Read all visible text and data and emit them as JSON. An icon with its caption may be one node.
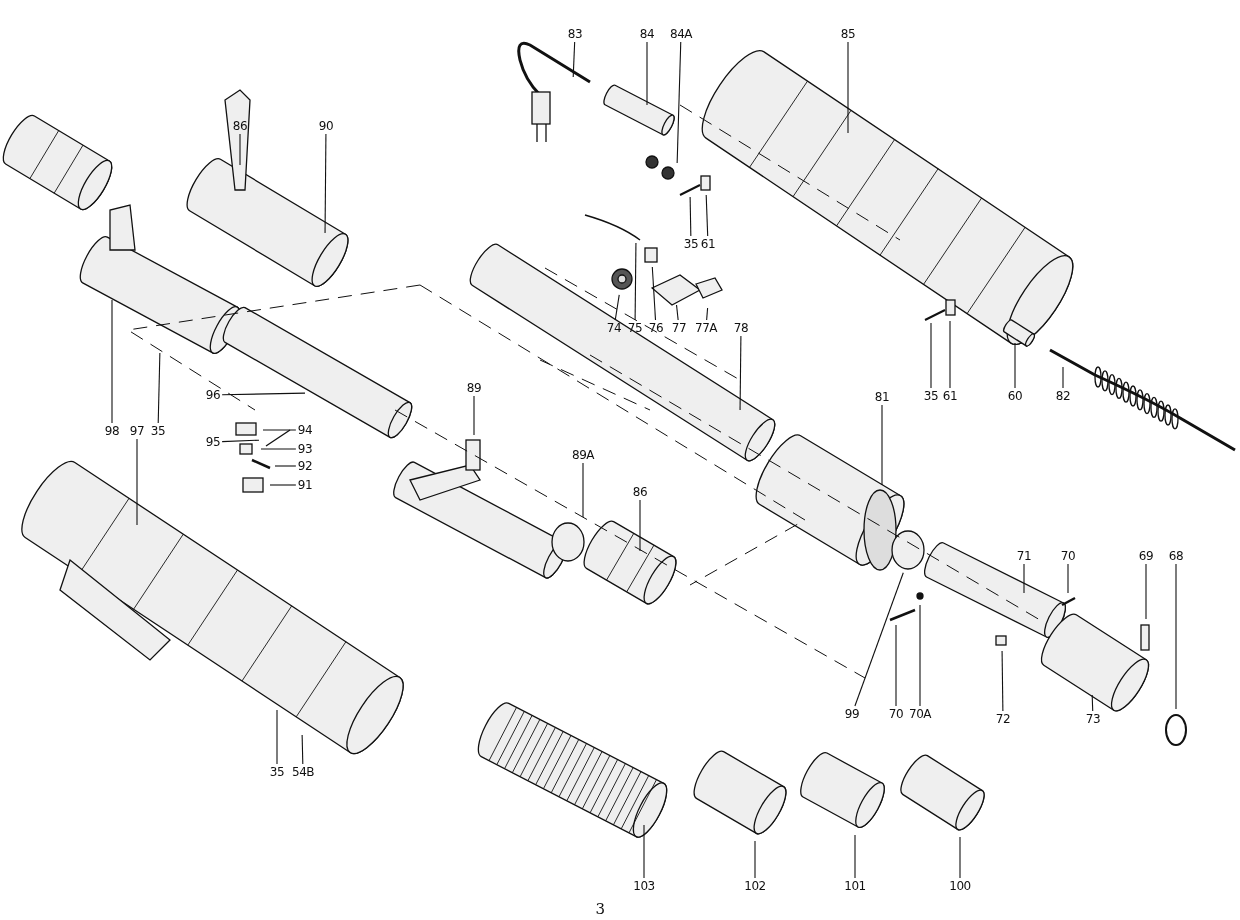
{
  "diagram": {
    "nodes": [
      {
        "text": [
          "86"
        ]
      },
      {
        "text": [
          "90"
        ]
      },
      {
        "text": [
          "83"
        ]
      },
      {
        "text": [
          "84"
        ]
      },
      {
        "text": [
          "84A"
        ]
      },
      {
        "text": [
          "85"
        ]
      },
      {
        "text": [
          "35"
        ]
      },
      {
        "text": [
          "61"
        ]
      },
      {
        "text": [
          "74"
        ]
      },
      {
        "text": [
          "75"
        ]
      },
      {
        "text": [
          "76"
        ]
      },
      {
        "text": [
          "77"
        ]
      },
      {
        "text": [
          "77A"
        ]
      },
      {
        "text": [
          "78"
        ]
      },
      {
        "text": [
          "35"
        ]
      },
      {
        "text": [
          "61"
        ]
      },
      {
        "text": [
          "60"
        ]
      },
      {
        "text": [
          "82"
        ]
      },
      {
        "text": [
          "89"
        ]
      },
      {
        "text": [
          "96"
        ]
      },
      {
        "text": [
          "81"
        ]
      },
      {
        "text": [
          "98"
        ]
      },
      {
        "text": [
          "97"
        ]
      },
      {
        "text": [
          "35"
        ]
      },
      {
        "text": [
          "94"
        ]
      },
      {
        "text": [
          "95"
        ]
      },
      {
        "text": [
          "93"
        ]
      },
      {
        "text": [
          "92"
        ]
      },
      {
        "text": [
          "91"
        ]
      },
      {
        "text": [
          "89A"
        ]
      },
      {
        "text": [
          "86"
        ]
      },
      {
        "text": [
          "71"
        ]
      },
      {
        "text": [
          "70"
        ]
      },
      {
        "text": [
          "69"
        ]
      },
      {
        "text": [
          "68"
        ]
      },
      {
        "text": [
          "99"
        ]
      },
      {
        "text": [
          "70"
        ]
      },
      {
        "text": [
          "70A"
        ]
      },
      {
        "text": [
          "72"
        ]
      },
      {
        "text": [
          "73"
        ]
      },
      {
        "text": [
          "35"
        ]
      },
      {
        "text": [
          "54B"
        ]
      },
      {
        "text": [
          "103"
        ]
      },
      {
        "text": [
          "102"
        ]
      },
      {
        "text": [
          "101"
        ]
      },
      {
        "text": [
          "100"
        ]
      }
    ],
    "edges": [
      {
        "from": 0,
        "to": null,
        "arrow": "none"
      },
      {
        "from": 1,
        "to": null,
        "arrow": "none"
      },
      {
        "from": 2,
        "to": null,
        "arrow": "none"
      },
      {
        "from": 3,
        "to": null,
        "arrow": "none"
      },
      {
        "from": 4,
        "to": null,
        "arrow": "none"
      },
      {
        "from": 5,
        "to": null,
        "arrow": "none"
      },
      {
        "from": 6,
        "to": null,
        "arrow": "none"
      },
      {
        "from": 7,
        "to": null,
        "arrow": "none"
      },
      {
        "from": 8,
        "to": null,
        "arrow": "none"
      },
      {
        "from": 9,
        "to": null,
        "arrow": "none"
      },
      {
        "from": 10,
        "to": null,
        "arrow": "none"
      },
      {
        "from": 11,
        "to": null,
        "arrow": "none"
      },
      {
        "from": 12,
        "to": null,
        "arrow": "none"
      },
      {
        "from": 13,
        "to": null,
        "arrow": "none"
      },
      {
        "from": 14,
        "to": null,
        "arrow": "none"
      },
      {
        "from": 15,
        "to": null,
        "arrow": "none"
      },
      {
        "from": 16,
        "to": null,
        "arrow": "none"
      },
      {
        "from": 17,
        "to": null,
        "arrow": "none"
      },
      {
        "from": 18,
        "to": null,
        "arrow": "none"
      },
      {
        "from": 19,
        "to": null,
        "arrow": "none"
      },
      {
        "from": 20,
        "to": null,
        "arrow": "none"
      },
      {
        "from": 21,
        "to": null,
        "arrow": "none"
      },
      {
        "from": 22,
        "to": null,
        "arrow": "none"
      },
      {
        "from": 23,
        "to": null,
        "arrow": "none"
      },
      {
        "from": 24,
        "to": null,
        "arrow": "none"
      },
      {
        "from": 25,
        "to": null,
        "arrow": "none"
      },
      {
        "from": 26,
        "to": null,
        "arrow": "none"
      },
      {
        "from": 27,
        "to": null,
        "arrow": "none"
      },
      {
        "from": 28,
        "to": null,
        "arrow": "none"
      },
      {
        "from": 29,
        "to": null,
        "arrow": "none"
      },
      {
        "from": 30,
        "to": null,
        "arrow": "none"
      },
      {
        "from": 31,
        "to": null,
        "arrow": "none"
      },
      {
        "from": 32,
        "to": null,
        "arrow": "none"
      },
      {
        "from": 33,
        "to": null,
        "arrow": "none"
      },
      {
        "from": 34,
        "to": null,
        "arrow": "none"
      },
      {
        "from": 35,
        "to": null,
        "arrow": "none"
      },
      {
        "from": 36,
        "to": null,
        "arrow": "none"
      },
      {
        "from": 37,
        "to": null,
        "arrow": "none"
      },
      {
        "from": 38,
        "to": null,
        "arrow": "none"
      },
      {
        "from": 39,
        "to": null,
        "arrow": "none"
      },
      {
        "from": 40,
        "to": null,
        "arrow": "none"
      },
      {
        "from": 41,
        "to": null,
        "arrow": "none"
      },
      {
        "from": 42,
        "to": null,
        "arrow": "none"
      },
      {
        "from": 43,
        "to": null,
        "arrow": "none"
      },
      {
        "from": 44,
        "to": null,
        "arrow": "none"
      },
      {
        "from": 45,
        "to": null,
        "arrow": "none"
      }
    ],
    "labels": [
      "3"
    ]
  }
}
